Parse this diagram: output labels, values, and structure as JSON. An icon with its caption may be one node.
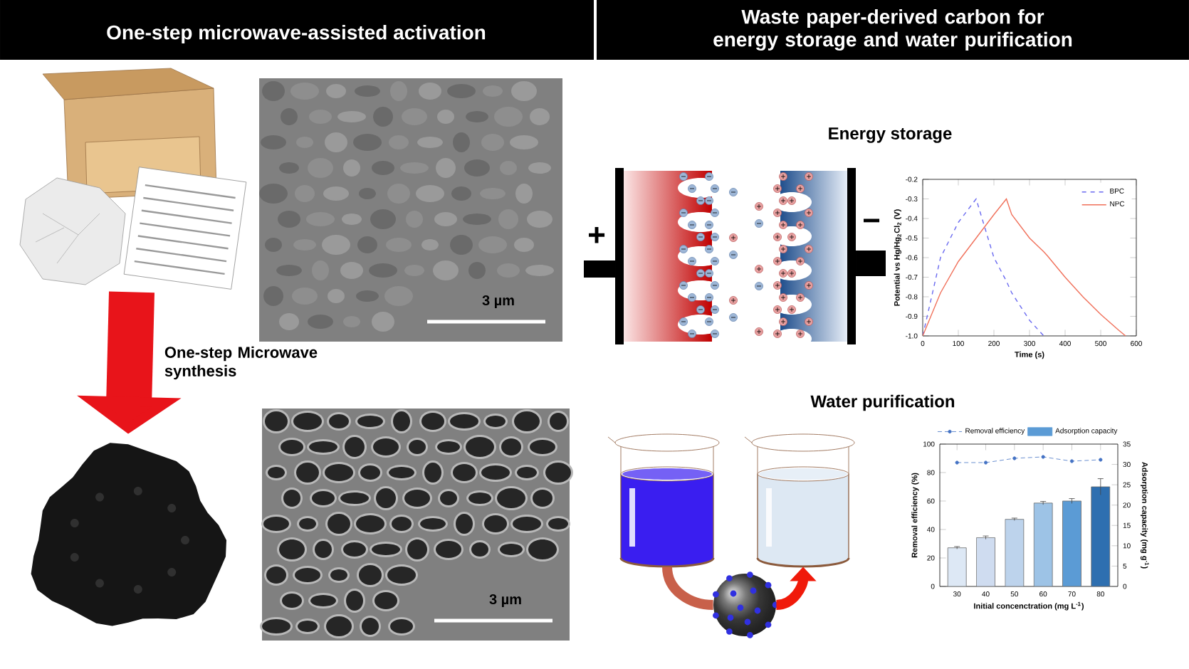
{
  "diagram": {
    "nodes": [
      {
        "text": [],
        "shape": "picture"
      },
      {
        "text": [
          "3 µm"
        ]
      },
      {
        "text": [],
        "shape": "picture"
      },
      {
        "text": [
          "3 µm"
        ]
      },
      {
        "text": [],
        "shape": "picture"
      },
      {
        "text": [],
        "shape": "circle"
      },
      {
        "text": [],
        "shape": "picture"
      }
    ],
    "edges": [
      {
        "from": 0,
        "to": 2,
        "arrow": "to",
        "label": "One-step Microwave synthesis",
        "style": "thick",
        "color": "#e8141a"
      },
      {
        "from": 4,
        "to": 5,
        "arrow": "none",
        "color": "#c8604a"
      },
      {
        "from": 5,
        "to": 6,
        "arrow": "to",
        "color": "#f01a0a"
      }
    ],
    "labels": [
      "One-step microwave-assisted activation",
      "Waste paper-derived carbon for energy storage and water purification",
      "Energy storage",
      "Water purification",
      "+",
      "−"
    ],
    "chart_data": [
      {
        "type": "line",
        "xlabel": "Time (s)",
        "ylabel": "Potential vs Hg/Hg$_{2}$Cl$_{2}$ (V)",
        "x": [
          0,
          50,
          100,
          150,
          200,
          235,
          250,
          300,
          340,
          350,
          400,
          450,
          500,
          550,
          570
        ],
        "series": [
          {
            "name": "BPC",
            "color": "#6a6af0",
            "line_style": "dashed",
            "values": [
              -1.0,
              -0.6,
              -0.42,
              -0.3,
              -0.6,
              -0.72,
              -0.78,
              -0.92,
              -1.0,
              null,
              null,
              null,
              null,
              null,
              null
            ]
          },
          {
            "name": "NPC",
            "color": "#f0705a",
            "values": [
              -1.0,
              -0.78,
              -0.62,
              -0.5,
              -0.38,
              -0.3,
              -0.38,
              -0.5,
              -0.57,
              -0.59,
              -0.7,
              -0.8,
              -0.89,
              -0.97,
              -1.0
            ]
          }
        ],
        "xlim": [
          0,
          600
        ],
        "ylim": [
          -1.0,
          -0.2
        ],
        "legend": "upper right",
        "xticks": [
          {
            "value": 0,
            "label": "0"
          },
          {
            "value": 100,
            "label": "100"
          },
          {
            "value": 200,
            "label": "200"
          },
          {
            "value": 300,
            "label": "300"
          },
          {
            "value": 400,
            "label": "400"
          },
          {
            "value": 500,
            "label": "500"
          },
          {
            "value": 600,
            "label": "600"
          }
        ],
        "yticks": [
          {
            "value": -1.0,
            "label": "-1.0"
          },
          {
            "value": -0.9,
            "label": "-0.9"
          },
          {
            "value": -0.8,
            "label": "-0.8"
          },
          {
            "value": -0.7,
            "label": "-0.7"
          },
          {
            "value": -0.6,
            "label": "-0.6"
          },
          {
            "value": -0.5,
            "label": "-0.5"
          },
          {
            "value": -0.4,
            "label": "-0.4"
          },
          {
            "value": -0.3,
            "label": "-0.3"
          },
          {
            "value": -0.2,
            "label": "-0.2"
          }
        ]
      },
      {
        "type": "bar",
        "xlabel": "Initial concenctration (mg L$^{-1}$)",
        "ylabel": "Removal efficiency (%)",
        "y2label": "Adsorption capacity (mg g$^{-1}$)",
        "categories": [
          "30",
          "40",
          "50",
          "60",
          "70",
          "80"
        ],
        "series": [
          {
            "name": "Removal efficiency",
            "type": "line",
            "line_style": "dashed",
            "marker": "circle",
            "color": "#4472c4",
            "values": [
              87,
              87,
              90,
              91,
              88,
              89
            ]
          },
          {
            "name": "Adsorption capacity",
            "type": "bar",
            "axis": "y2",
            "color": "#5b9bd5",
            "colors": [
              "#dde8f5",
              "#cfdcf0",
              "#bdd3ec",
              "#9dc3e6",
              "#5b9bd5",
              "#2e6fb0"
            ],
            "errors": [
              0.3,
              0.4,
              0.3,
              0.4,
              0.6,
              2.0
            ],
            "values": [
              9.5,
              12,
              16.5,
              20.5,
              21,
              24.5
            ]
          }
        ],
        "ylim": [
          0,
          100
        ],
        "y2lim": [
          0,
          35
        ],
        "legend": "top",
        "yticks": [
          {
            "value": 0,
            "label": "0"
          },
          {
            "value": 20,
            "label": "20"
          },
          {
            "value": 40,
            "label": "40"
          },
          {
            "value": 60,
            "label": "60"
          },
          {
            "value": 80,
            "label": "80"
          },
          {
            "value": 100,
            "label": "100"
          }
        ],
        "y2ticks": [
          {
            "value": 0,
            "label": "0"
          },
          {
            "value": 5,
            "label": "5"
          },
          {
            "value": 10,
            "label": "10"
          },
          {
            "value": 15,
            "label": "15"
          },
          {
            "value": 20,
            "label": "20"
          },
          {
            "value": 25,
            "label": "25"
          },
          {
            "value": 30,
            "label": "30"
          },
          {
            "value": 35,
            "label": "35"
          }
        ]
      }
    ]
  }
}
